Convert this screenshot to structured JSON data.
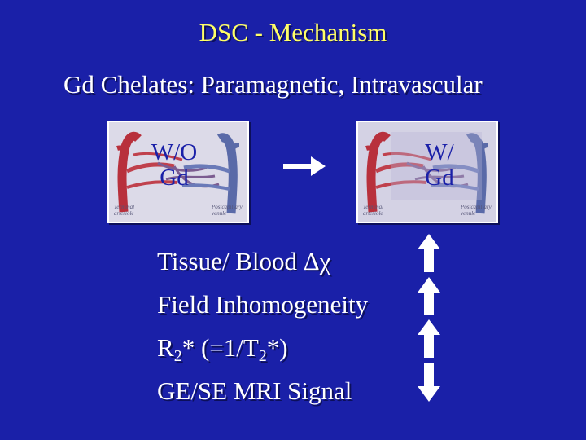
{
  "title": "DSC - Mechanism",
  "subtitle": "Gd Chelates: Paramagnetic, Intravascular",
  "panels": {
    "left": {
      "line1": "W/O",
      "line2": "Gd",
      "cap_left": "Terminal arteriole",
      "cap_right": "Postcapillary venule"
    },
    "right": {
      "line1": "W/",
      "line2": "Gd",
      "cap_left": "Terminal arteriole",
      "cap_right": "Postcapillary venule"
    }
  },
  "items": {
    "item1": {
      "text": "Tissue/ Blood ",
      "symbol": "Δχ",
      "direction": "up"
    },
    "item2": {
      "text": "Field Inhomogeneity",
      "direction": "up"
    },
    "item3": {
      "r": "R",
      "r_sub": "2",
      "mid": "* (=1/T",
      "t_sub": "2",
      "end": "*)",
      "direction": "up"
    },
    "item4": {
      "text": "GE/SE MRI Signal",
      "direction": "down"
    }
  },
  "colors": {
    "background": "#1a20a8",
    "title": "#ffff66",
    "text": "#ffffff",
    "artery": "#b8303c",
    "vein": "#5a6aa8"
  }
}
